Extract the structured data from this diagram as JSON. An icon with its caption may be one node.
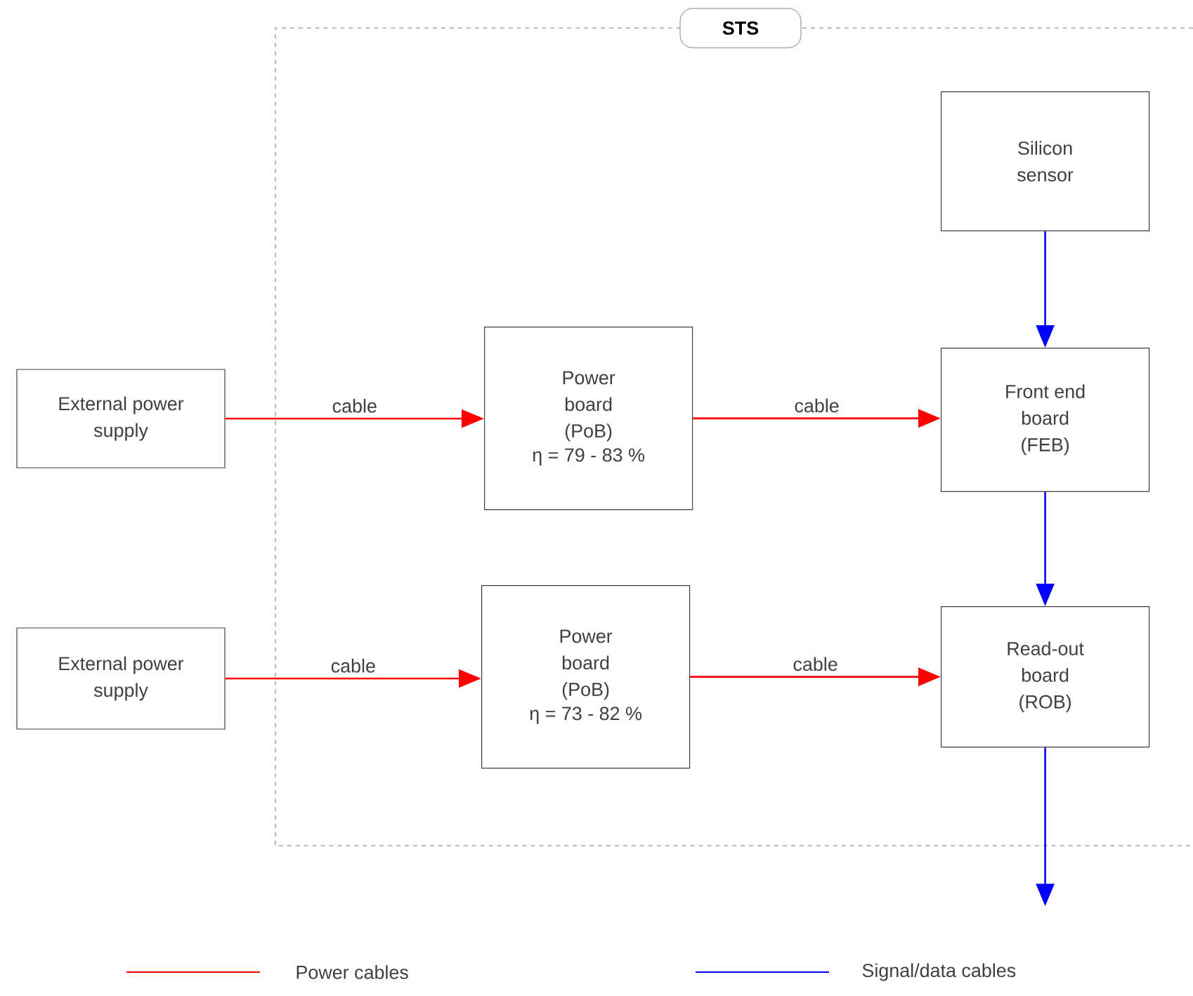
{
  "diagram": {
    "nodes": [
      {
        "text": [
          "STS"
        ]
      },
      {
        "text": [
          "External power supply"
        ]
      },
      {
        "text": [
          "Power board (PoB)",
          "η = 79 - 83 %"
        ],
        "in": 0
      },
      {
        "text": [
          "Silicon sensor"
        ],
        "in": 0
      },
      {
        "text": [
          "Front end board (FEB)"
        ],
        "in": 0
      },
      {
        "text": [
          "External power supply"
        ]
      },
      {
        "text": [
          "Power board (PoB)",
          "η = 73 - 82 %"
        ],
        "in": 0
      },
      {
        "text": [
          "Read-out board (ROB)"
        ],
        "in": 0
      }
    ],
    "edges": [
      {
        "from": 1,
        "to": 2,
        "arrow": "to",
        "label": "cable"
      },
      {
        "from": 2,
        "to": 4,
        "arrow": "to",
        "label": "cable"
      },
      {
        "from": 3,
        "to": 4,
        "arrow": "to",
        "color": "#0000ff"
      },
      {
        "from": 4,
        "to": 7,
        "arrow": "to",
        "color": "#0000ff"
      },
      {
        "from": 5,
        "to": 6,
        "arrow": "to",
        "label": "cable"
      },
      {
        "from": 6,
        "to": 7,
        "arrow": "to",
        "label": "cable"
      },
      {
        "from": 7,
        "to": null,
        "arrow": "to",
        "color": "#0000ff"
      }
    ],
    "legend": [
      {
        "text": "Power cables"
      },
      {
        "text": "Signal/data cables"
      }
    ]
  }
}
